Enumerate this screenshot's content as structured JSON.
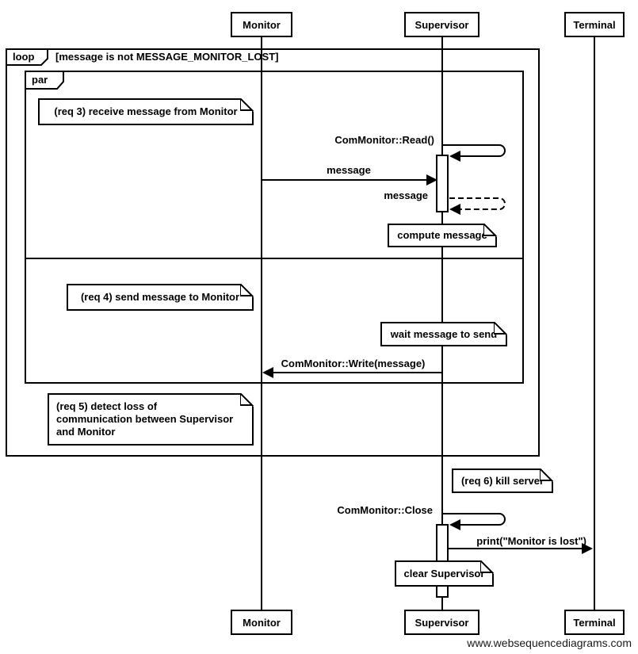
{
  "diagram": {
    "actors": [
      "Monitor",
      "Supervisor",
      "Terminal"
    ],
    "loop_frame": {
      "label": "loop",
      "guard": "[message is not MESSAGE_MONITOR_LOST]"
    },
    "par_frame": {
      "label": "par"
    },
    "notes": {
      "req3": "(req 3) receive message from Monitor",
      "compute": "compute message",
      "req4": "(req 4) send message to Monitor",
      "wait": "wait message to send",
      "req5_line1": "(req 5) detect loss of",
      "req5_line2": "communication between Supervisor",
      "req5_line3": "and Monitor",
      "req6": "(req 6) kill server",
      "clear": "clear Supervisor"
    },
    "messages": {
      "read": "ComMonitor::Read()",
      "incoming": "message",
      "reply": "message",
      "write": "ComMonitor::Write(message)",
      "close": "ComMonitor::Close",
      "print": "print(\"Monitor is lost\")"
    },
    "watermark": "www.websequencediagrams.com",
    "colors": {
      "stroke": "#000000",
      "background": "#ffffff"
    }
  }
}
